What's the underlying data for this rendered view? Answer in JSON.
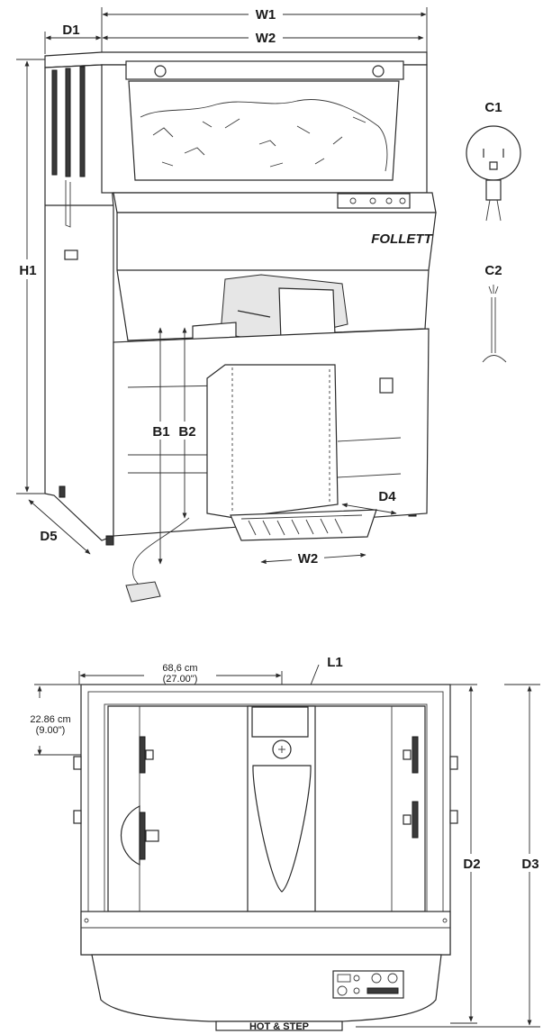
{
  "front_view": {
    "labels": {
      "w1": "W1",
      "w2_top": "W2",
      "d1": "D1",
      "h1": "H1",
      "b1": "B1",
      "b2": "B2",
      "d4": "D4",
      "d5": "D5",
      "w2_bottom": "W2",
      "c1": "C1",
      "c2": "C2"
    },
    "brand_logo_text": "FOLLETT"
  },
  "top_view": {
    "labels": {
      "l1": "L1",
      "d2": "D2",
      "d3": "D3"
    },
    "width_dim": {
      "metric": "68,6 cm",
      "imperial": "(27.00\")"
    },
    "depth_dim": {
      "metric": "22.86 cm",
      "imperial": "(9.00\")"
    },
    "bottom_plate_text": "HOT & STEP"
  },
  "colors": {
    "line": "#2a2a2a",
    "fill_light": "#e6e6e6",
    "fill_dark": "#3a3a3a"
  }
}
